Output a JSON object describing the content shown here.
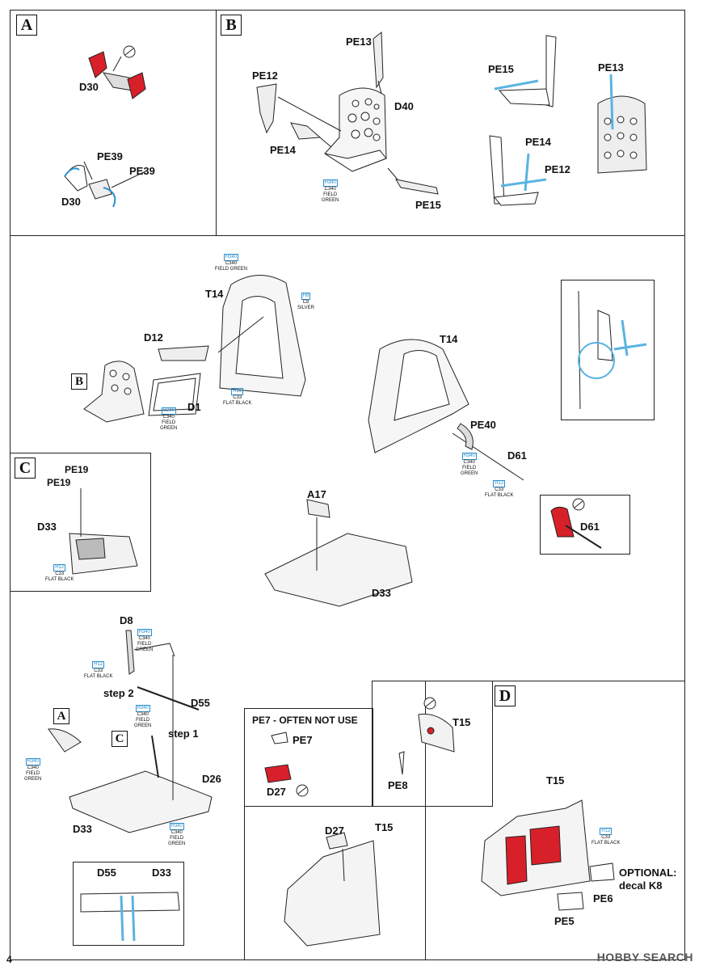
{
  "page_number": "4",
  "watermark": "HOBBY SEARCH",
  "sections": {
    "A": "A",
    "B": "B",
    "C": "C",
    "D": "D"
  },
  "parts": {
    "d30_a": "D30",
    "d30_b": "D30",
    "pe39_a": "PE39",
    "pe39_b": "PE39",
    "pe13_a": "PE13",
    "pe12_a": "PE12",
    "d40": "D40",
    "pe14_a": "PE14",
    "pe15_a": "PE15",
    "pe15_b": "PE15",
    "pe13_b": "PE13",
    "pe14_b": "PE14",
    "pe12_b": "PE12",
    "t14_a": "T14",
    "d12": "D12",
    "d1": "D1",
    "t14_b": "T14",
    "pe40": "PE40",
    "d61_a": "D61",
    "d61_b": "D61",
    "pe19_a": "PE19",
    "pe19_b": "PE19",
    "d33_a": "D33",
    "a17": "A17",
    "d33_b": "D33",
    "d8": "D8",
    "step2": "step 2",
    "d55_a": "D55",
    "step1": "step 1",
    "d26": "D26",
    "d33_c": "D33",
    "d55_b": "D55",
    "d33_d": "D33",
    "pe7_note": "PE7 - OFTEN NOT USE",
    "pe7": "PE7",
    "d27_a": "D27",
    "t15_a": "T15",
    "pe8": "PE8",
    "d27_b": "D27",
    "t15_b": "T15",
    "t15_c": "T15",
    "optional": "OPTIONAL:",
    "decal": "decal K8",
    "pe6": "PE6",
    "pe5": "PE5"
  },
  "paints": {
    "field_green_h": "H340",
    "field_green_c": "C340",
    "field_green_n1": "FIELD",
    "field_green_n2": "GREEN",
    "silver_h": "H8",
    "silver_c": "C8",
    "silver_n": "SILVER",
    "black_h": "H12",
    "black_c": "C33",
    "black_n": "FLAT BLACK"
  },
  "colors": {
    "ink": "#111111",
    "paint_blue": "#2a8fd0",
    "highlight_red": "#d8202a",
    "pe_blue": "#5ab4e0"
  }
}
